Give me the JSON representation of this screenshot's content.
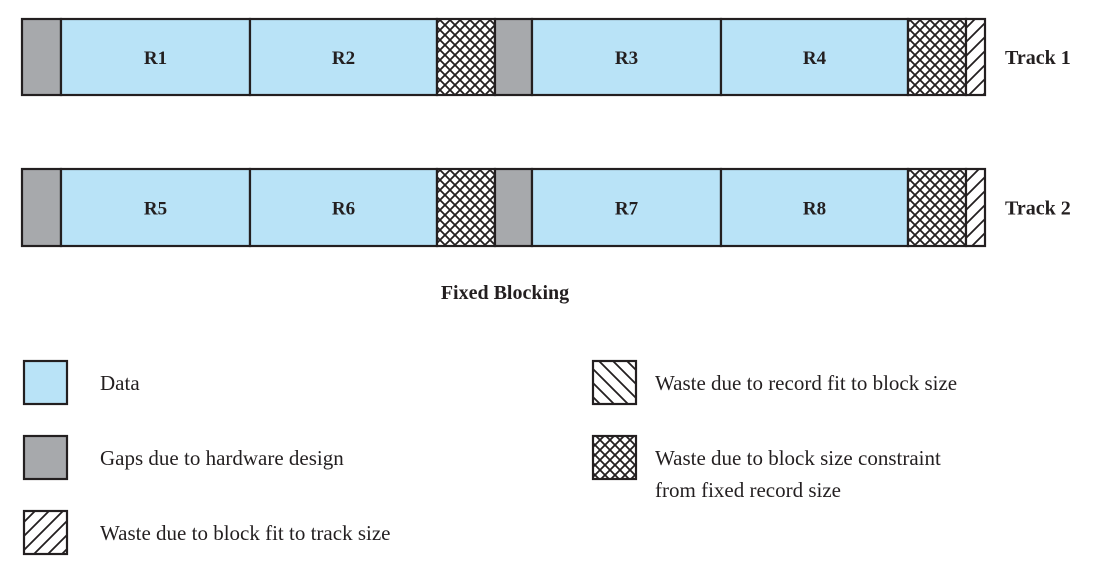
{
  "title": "Fixed Blocking",
  "colors": {
    "data": "#b9e3f7",
    "gap": "#a7a9ac",
    "outline": "#231f20",
    "hatch_bg": "#ffffff"
  },
  "tracks": [
    {
      "label": "Track 1",
      "segments": [
        {
          "type": "gap"
        },
        {
          "type": "data",
          "label": "R1"
        },
        {
          "type": "data",
          "label": "R2"
        },
        {
          "type": "block-constraint-waste"
        },
        {
          "type": "gap"
        },
        {
          "type": "data",
          "label": "R3"
        },
        {
          "type": "data",
          "label": "R4"
        },
        {
          "type": "block-constraint-waste"
        },
        {
          "type": "track-fit-waste"
        }
      ]
    },
    {
      "label": "Track 2",
      "segments": [
        {
          "type": "gap"
        },
        {
          "type": "data",
          "label": "R5"
        },
        {
          "type": "data",
          "label": "R6"
        },
        {
          "type": "block-constraint-waste"
        },
        {
          "type": "gap"
        },
        {
          "type": "data",
          "label": "R7"
        },
        {
          "type": "data",
          "label": "R8"
        },
        {
          "type": "block-constraint-waste"
        },
        {
          "type": "track-fit-waste"
        }
      ]
    }
  ],
  "legend": [
    {
      "type": "data",
      "label": [
        "Data"
      ]
    },
    {
      "type": "gap",
      "label": [
        "Gaps due to hardware design"
      ]
    },
    {
      "type": "track-fit-waste",
      "label": [
        "Waste due to block fit to track size"
      ]
    },
    {
      "type": "record-fit-waste",
      "label": [
        "Waste due to record fit to block size"
      ]
    },
    {
      "type": "block-constraint-waste",
      "label": [
        "Waste due to block size constraint",
        "from fixed record size"
      ]
    }
  ]
}
